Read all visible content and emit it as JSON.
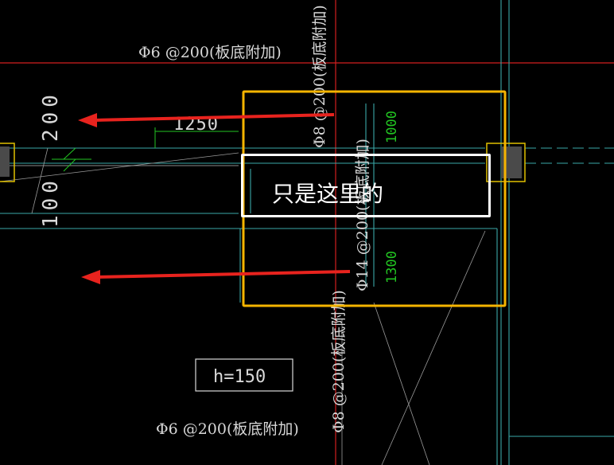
{
  "drawing": {
    "rebar_top": "Φ6 @200(板底附加)",
    "rebar_bottom": "Φ6 @200(板底附加)",
    "rebar_vertical_upper": "Φ8 @200(板底附加)",
    "rebar_vertical_lower": "Φ8 @200(板底附加)",
    "rebar_main": "Φ14 @200(板底附加)",
    "dim_1250": "1250",
    "dim_200": "200",
    "dim_100": "100",
    "dim_1000": "1000",
    "dim_1300": "1300",
    "slab_thickness": "h=150"
  },
  "annotation": {
    "callout_text": "只是这里的",
    "highlight_color": "#f5b400",
    "arrow_color": "#e8231e"
  },
  "colors": {
    "background": "#000000",
    "grid_red": "#d21f1f",
    "wall_cyan": "#3aa7a7",
    "dimension_green": "#22c522",
    "text_gray": "#d8d8d8",
    "column_fill": "#4a4a4a",
    "column_edge": "#e0c000"
  }
}
